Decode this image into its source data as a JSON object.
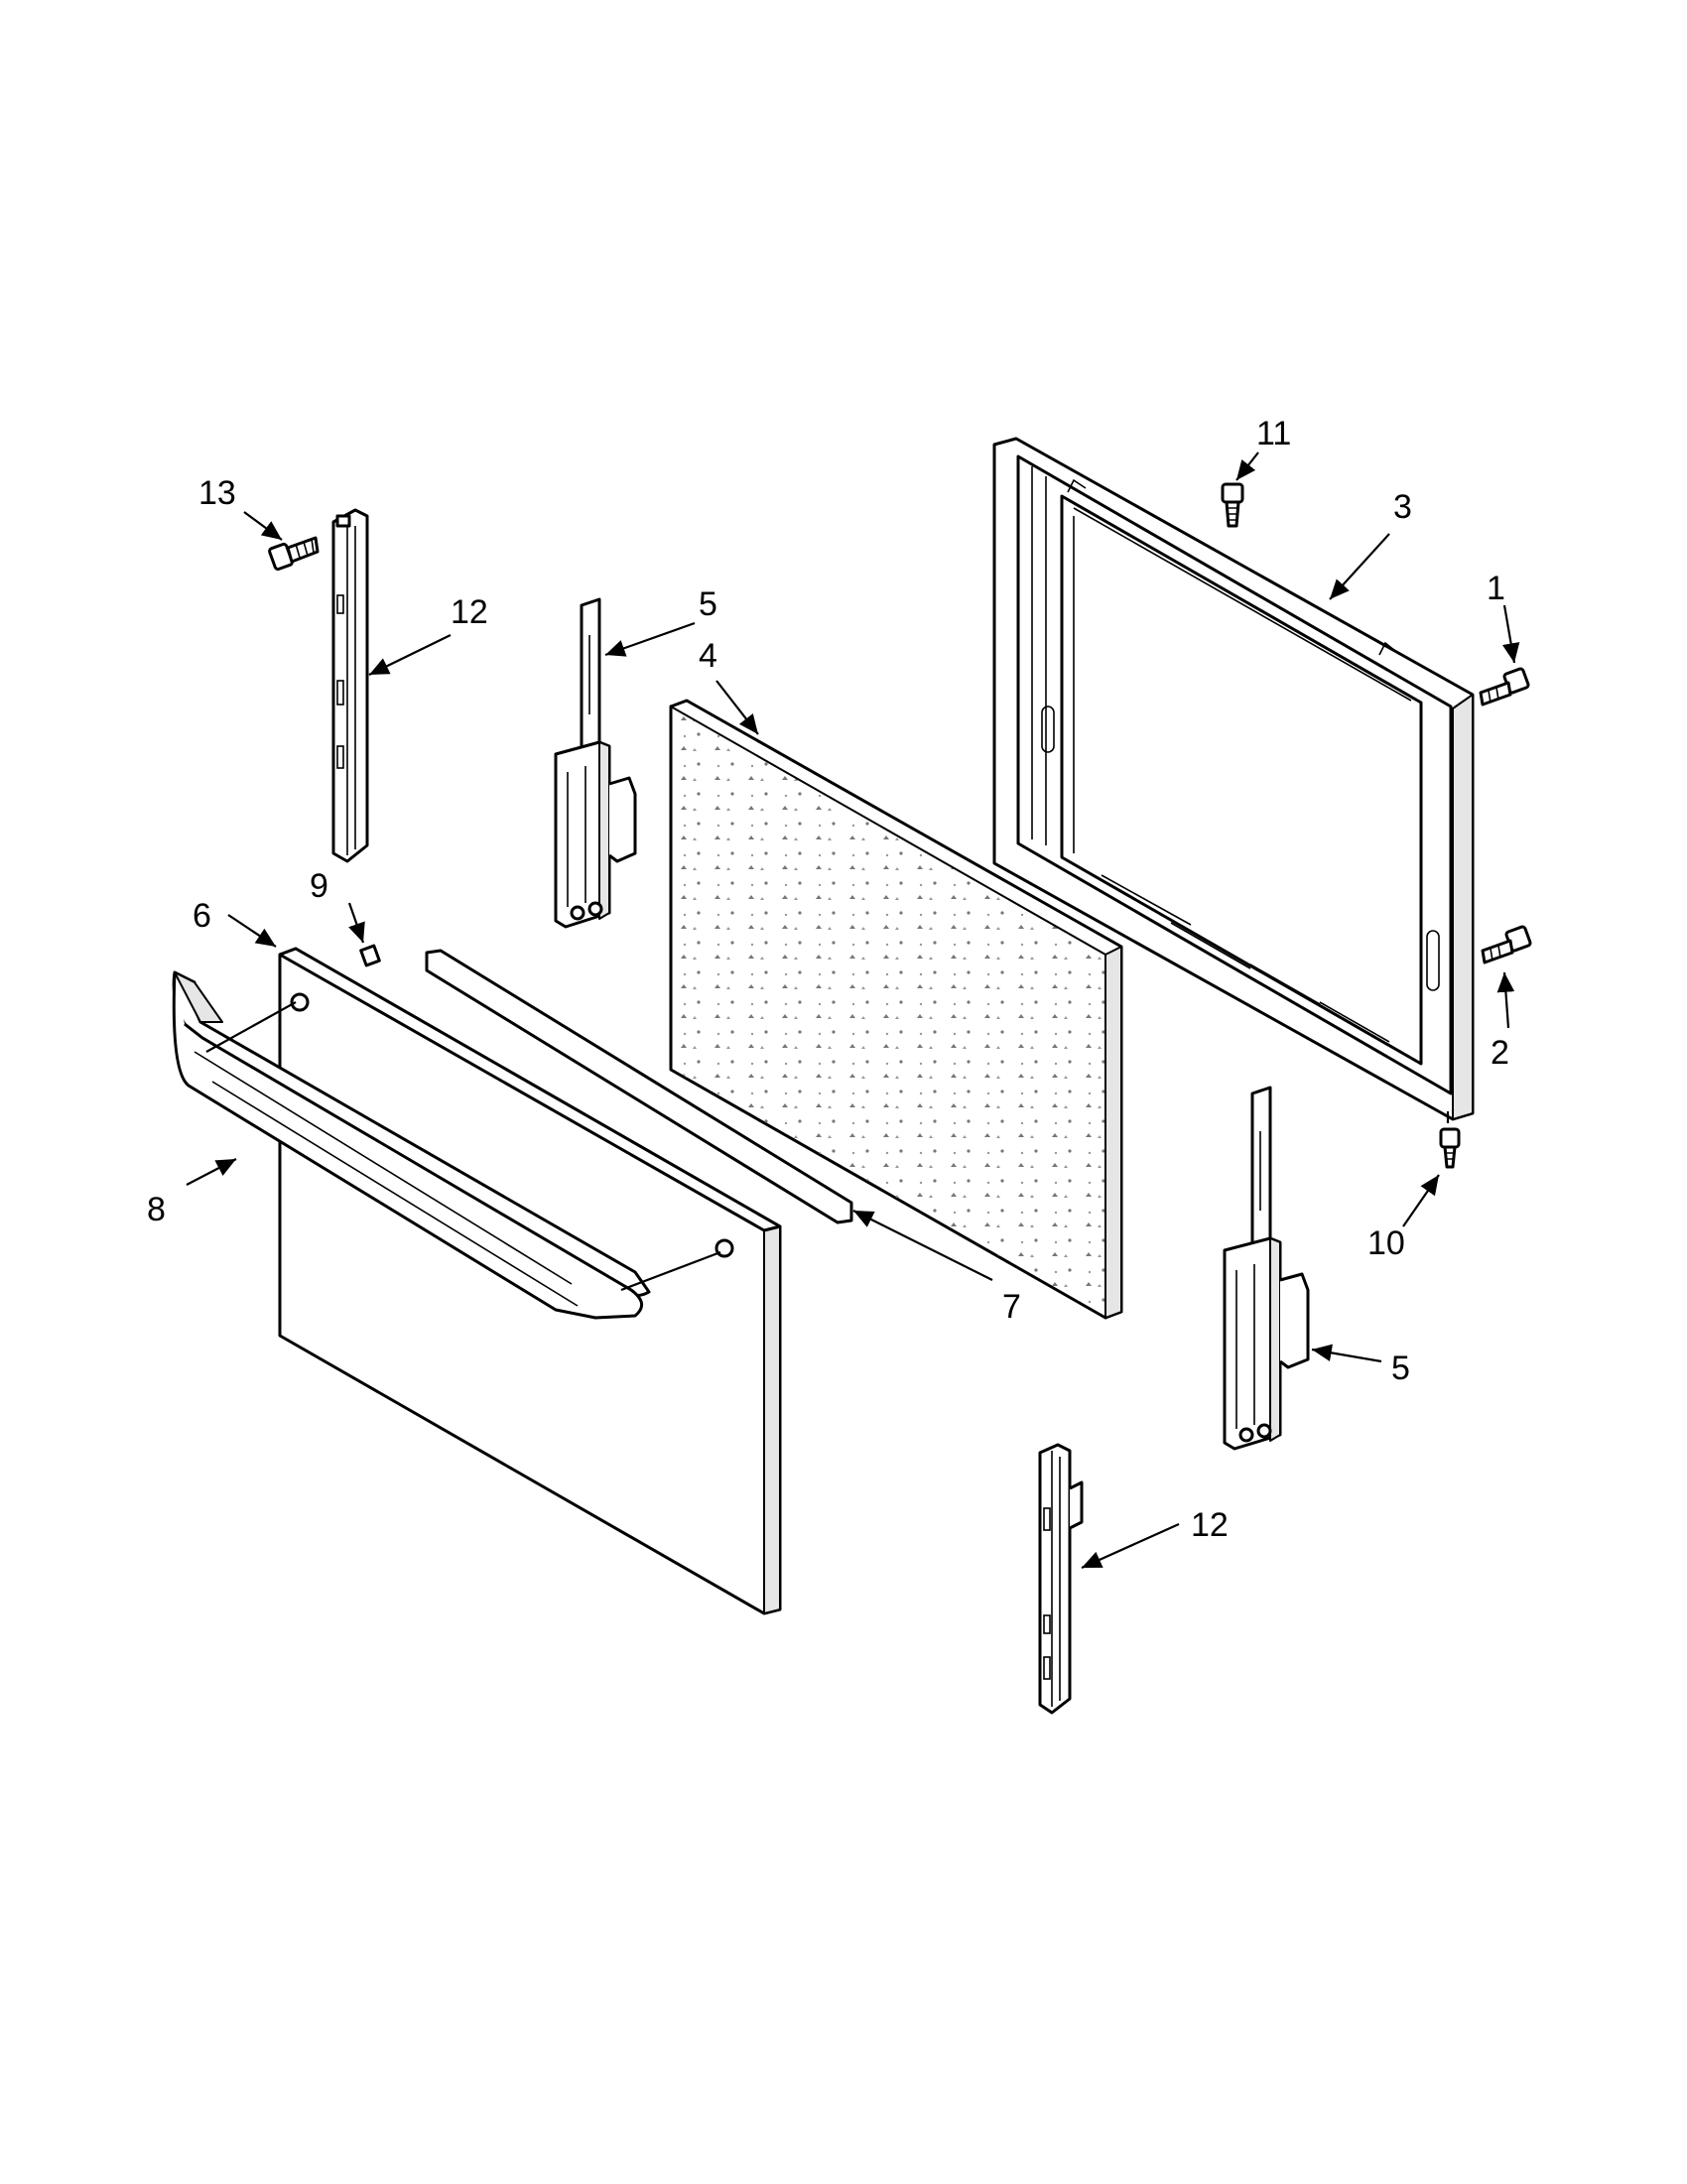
{
  "labels": {
    "l1": "1",
    "l2": "2",
    "l3": "3",
    "l4": "4",
    "l5a": "5",
    "l5b": "5",
    "l6": "6",
    "l7": "7",
    "l8": "8",
    "l9": "9",
    "l10": "10",
    "l11": "11",
    "l12a": "12",
    "l12b": "12",
    "l13": "13"
  },
  "colors": {
    "line": "#000000",
    "background": "#ffffff"
  }
}
